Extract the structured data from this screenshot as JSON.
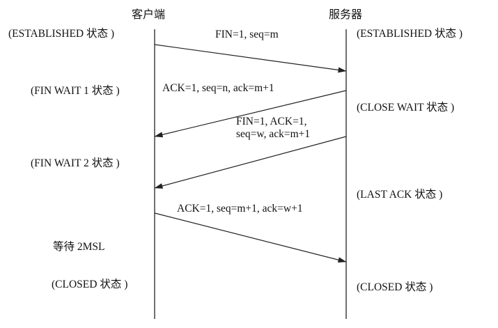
{
  "columns": {
    "client": "客户端",
    "server": "服务器"
  },
  "client_states": {
    "s1": "(ESTABLISHED 状态 )",
    "s2": "(FIN WAIT 1 状态 )",
    "s3": "(FIN WAIT 2 状态 )",
    "wait": "等待 2MSL",
    "s4": "(CLOSED 状态 )"
  },
  "server_states": {
    "s1": "(ESTABLISHED 状态 )",
    "s2": "(CLOSE WAIT 状态 )",
    "s3": "(LAST ACK 状态 )",
    "s4": "(CLOSED 状态 )"
  },
  "messages": {
    "m1": "FIN=1, seq=m",
    "m2": "ACK=1, seq=n, ack=m+1",
    "m3_line1": "FIN=1, ACK=1,",
    "m3_line2": "seq=w, ack=m+1",
    "m4": "ACK=1, seq=m+1, ack=w+1"
  },
  "colors": {
    "line": "#222222",
    "text": "#111111"
  }
}
